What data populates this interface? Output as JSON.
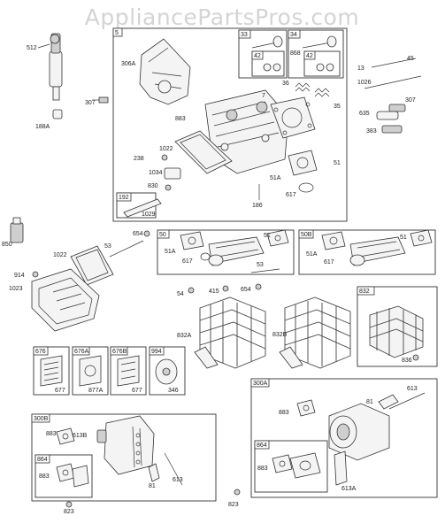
{
  "watermark": "AppliancePartsPros.com",
  "boxes": {
    "b5": "5",
    "b33": "33",
    "b34": "34",
    "b192": "192",
    "b50": "50",
    "b50b": "50B",
    "b832": "832",
    "b676": "676",
    "b676a": "676A",
    "b676b": "676B",
    "b994": "994",
    "b300a": "300A",
    "b300b": "300B",
    "b864a": "864",
    "b864b": "864"
  },
  "labels": {
    "l512": "512",
    "l188a": "188A",
    "l307a": "307",
    "l306a": "306A",
    "l42a": "42",
    "l42b": "42",
    "l868": "868",
    "l7": "7",
    "l36": "36",
    "l35": "35",
    "l883a": "883",
    "l1022a": "1022",
    "l238": "238",
    "l1034": "1034",
    "l830": "830",
    "l1029": "1029",
    "l186": "186",
    "l51a": "51A",
    "l617a": "617",
    "l51": "51",
    "l13": "13",
    "l45": "45",
    "l1026": "1026",
    "l307b": "307",
    "l635": "635",
    "l383": "383",
    "l850": "850",
    "l1022b": "1022",
    "l53a": "53",
    "l654a": "654",
    "l914": "914",
    "l1023": "1023",
    "l51b": "51",
    "l51ab": "51A",
    "l617b": "617",
    "l53b": "53",
    "l54": "54",
    "l415": "415",
    "l654b": "654",
    "l51c": "51",
    "l51ac": "51A",
    "l617c": "617",
    "l832a": "832A",
    "l832b": "832B",
    "l836": "836",
    "l677a": "677",
    "l877a": "877A",
    "l677b": "677",
    "l346": "346",
    "l613": "613",
    "l883b": "883",
    "l81a": "81",
    "l883c": "883",
    "l613b": "613B",
    "l883d": "883",
    "l81b": "81",
    "l613c": "613",
    "l823a": "823",
    "l823b": "823",
    "l883e": "883",
    "l613a": "613A"
  }
}
